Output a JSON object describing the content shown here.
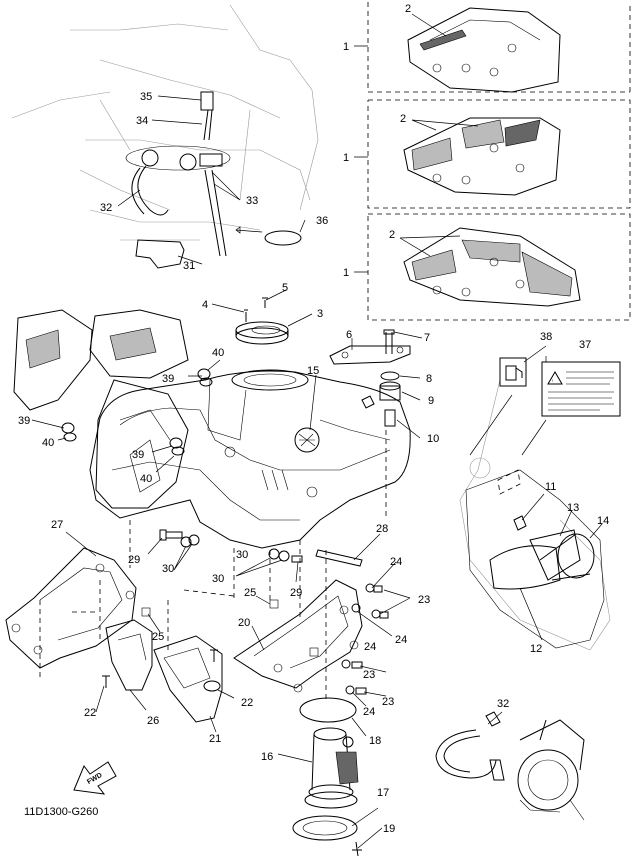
{
  "diagram": {
    "code": "11D1300-G260",
    "fwd_label": "FWD",
    "callouts": {
      "c1a": "1",
      "c1b": "1",
      "c1c": "1",
      "c2a": "2",
      "c2b": "2",
      "c2c": "2",
      "c3": "3",
      "c4": "4",
      "c5": "5",
      "c6": "6",
      "c7": "7",
      "c8": "8",
      "c9": "9",
      "c10": "10",
      "c11": "11",
      "c12": "12",
      "c13": "13",
      "c14": "14",
      "c15": "15",
      "c16": "16",
      "c17": "17",
      "c18": "18",
      "c19": "19",
      "c20": "20",
      "c21": "21",
      "c22a": "22",
      "c22b": "22",
      "c23a": "23",
      "c23b": "23",
      "c23c": "23",
      "c24a": "24",
      "c24b": "24",
      "c24c": "24",
      "c24d": "24",
      "c25a": "25",
      "c25b": "25",
      "c26": "26",
      "c27": "27",
      "c28": "28",
      "c29a": "29",
      "c29b": "29",
      "c30a": "30",
      "c30b": "30",
      "c30c": "30",
      "c31": "31",
      "c32a": "32",
      "c32b": "32",
      "c33": "33",
      "c34": "34",
      "c35": "35",
      "c36": "36",
      "c37": "37",
      "c38": "38",
      "c39a": "39",
      "c39b": "39",
      "c39c": "39",
      "c40a": "40",
      "c40b": "40",
      "c40c": "40"
    }
  },
  "colors": {
    "line": "#000000",
    "background": "#ffffff",
    "fill_dark": "#666666",
    "fill_mid": "#bbbbbb"
  }
}
